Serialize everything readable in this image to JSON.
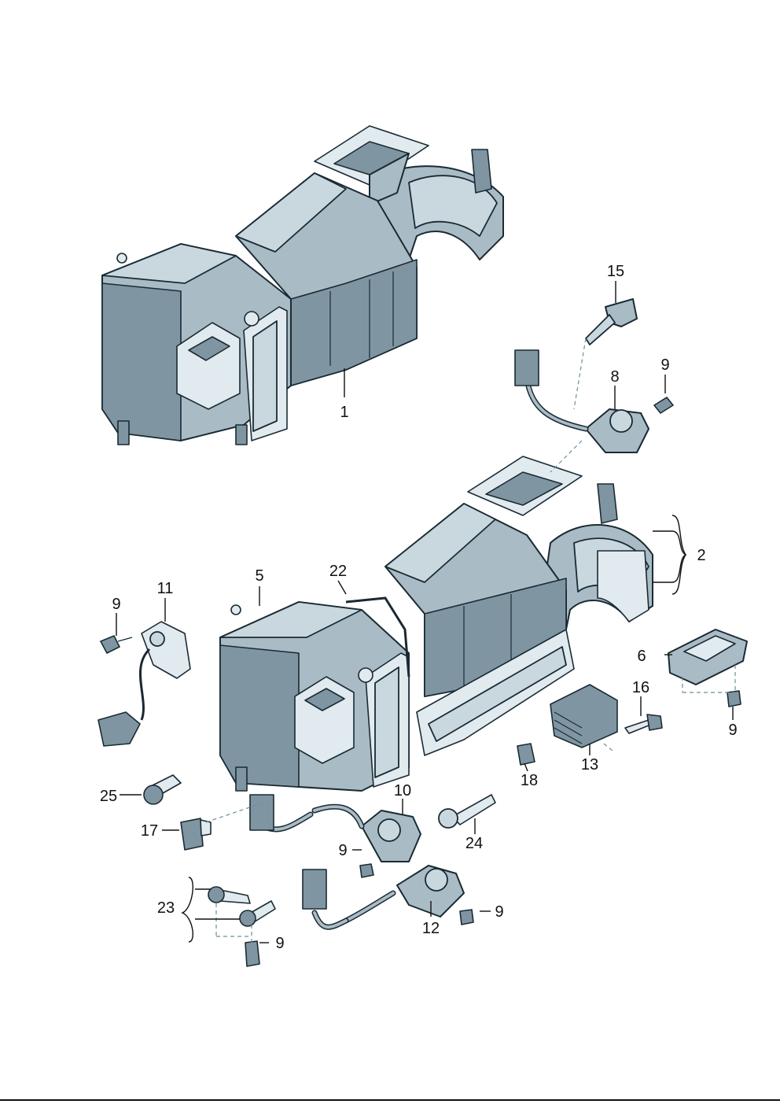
{
  "diagram": {
    "callouts": {
      "c1": "1",
      "c2": "2",
      "c5": "5",
      "c6": "6",
      "c8": "8",
      "c9a": "9",
      "c9b": "9",
      "c9c": "9",
      "c9d": "9",
      "c9e": "9",
      "c9f": "9",
      "c10": "10",
      "c11": "11",
      "c12": "12",
      "c13": "13",
      "c15": "15",
      "c16": "16",
      "c17": "17",
      "c18": "18",
      "c22": "22",
      "c23": "23",
      "c24": "24",
      "c25": "25"
    },
    "colors": {
      "part_fill": "#a9bcc6",
      "part_highlight": "#c9d8df",
      "part_shadow": "#7f96a2",
      "outline": "#1a2a33",
      "background": "#ffffff"
    }
  }
}
